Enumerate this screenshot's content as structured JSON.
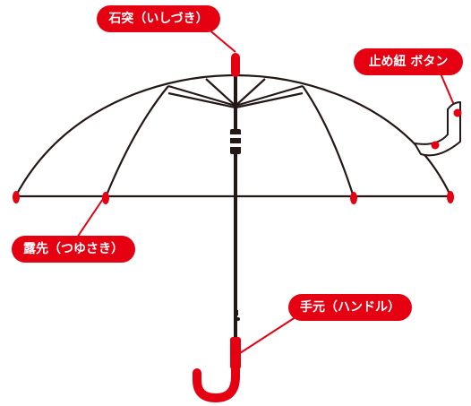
{
  "labels": {
    "ishizuki": "石突（いしづき）",
    "button": "止め紐 ボタン",
    "tsuyusaki": "露先（つゆさき）",
    "handle": "手元（ハンドル）"
  },
  "colors": {
    "accent": "#e50012",
    "line": "#231815",
    "background": "#ffffff",
    "label_text": "#ffffff"
  }
}
